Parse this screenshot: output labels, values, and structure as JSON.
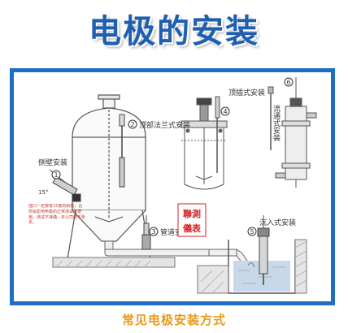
{
  "title": "电极的安装",
  "caption": "常见电极安装方式",
  "colors": {
    "title": "#1f5fb0",
    "frame": "#1f6ec2",
    "caption": "#e69a1c",
    "stamp": "#d62020",
    "water": "#c8d8e8"
  },
  "labels": {
    "side_wall": "侧壁安装",
    "top_flange": "顶部法兰式安装",
    "top_insert": "顶插式安装",
    "flow_through": "流通式安装",
    "pipeline": "管道安装",
    "immersion": "沉入式安装",
    "angle": "15°",
    "note": "插口一定要有15度的斜角，否则会影响电极的正常测试及使用，测试不准确，本公司概不负责。",
    "stamp_line1": "聯測",
    "stamp_line2": "儀表"
  },
  "markers": [
    "1",
    "2",
    "3",
    "4",
    "5",
    "6"
  ]
}
